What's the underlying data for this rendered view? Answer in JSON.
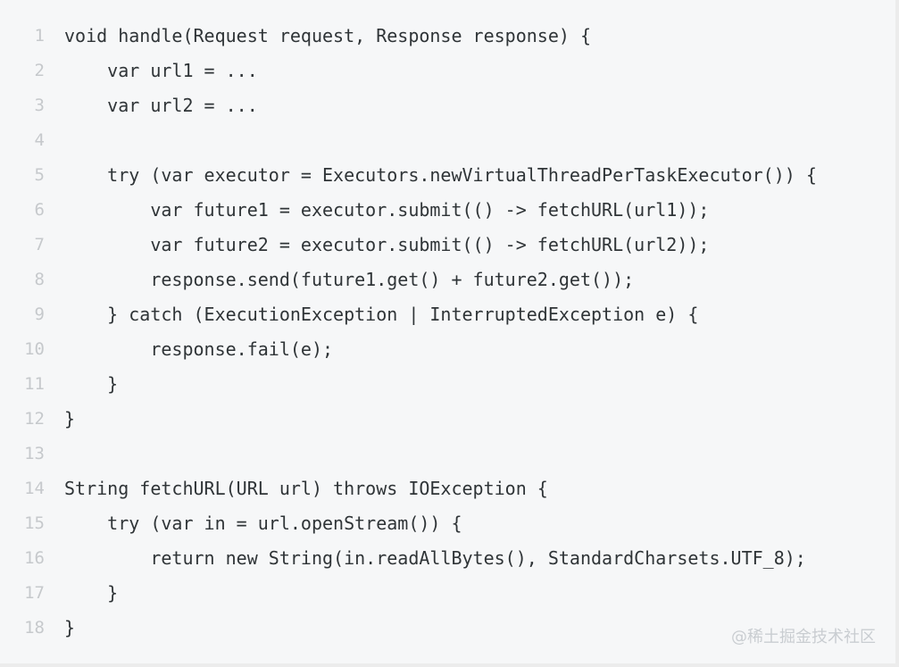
{
  "code": {
    "lines": [
      {
        "number": "1",
        "text": "void handle(Request request, Response response) {"
      },
      {
        "number": "2",
        "text": "    var url1 = ..."
      },
      {
        "number": "3",
        "text": "    var url2 = ..."
      },
      {
        "number": "4",
        "text": ""
      },
      {
        "number": "5",
        "text": "    try (var executor = Executors.newVirtualThreadPerTaskExecutor()) {"
      },
      {
        "number": "6",
        "text": "        var future1 = executor.submit(() -> fetchURL(url1));"
      },
      {
        "number": "7",
        "text": "        var future2 = executor.submit(() -> fetchURL(url2));"
      },
      {
        "number": "8",
        "text": "        response.send(future1.get() + future2.get());"
      },
      {
        "number": "9",
        "text": "    } catch (ExecutionException | InterruptedException e) {"
      },
      {
        "number": "10",
        "text": "        response.fail(e);"
      },
      {
        "number": "11",
        "text": "    }"
      },
      {
        "number": "12",
        "text": "}"
      },
      {
        "number": "13",
        "text": ""
      },
      {
        "number": "14",
        "text": "String fetchURL(URL url) throws IOException {"
      },
      {
        "number": "15",
        "text": "    try (var in = url.openStream()) {"
      },
      {
        "number": "16",
        "text": "        return new String(in.readAllBytes(), StandardCharsets.UTF_8);"
      },
      {
        "number": "17",
        "text": "    }"
      },
      {
        "number": "18",
        "text": "}"
      }
    ]
  },
  "watermark": {
    "text": "@稀土掘金技术社区"
  }
}
